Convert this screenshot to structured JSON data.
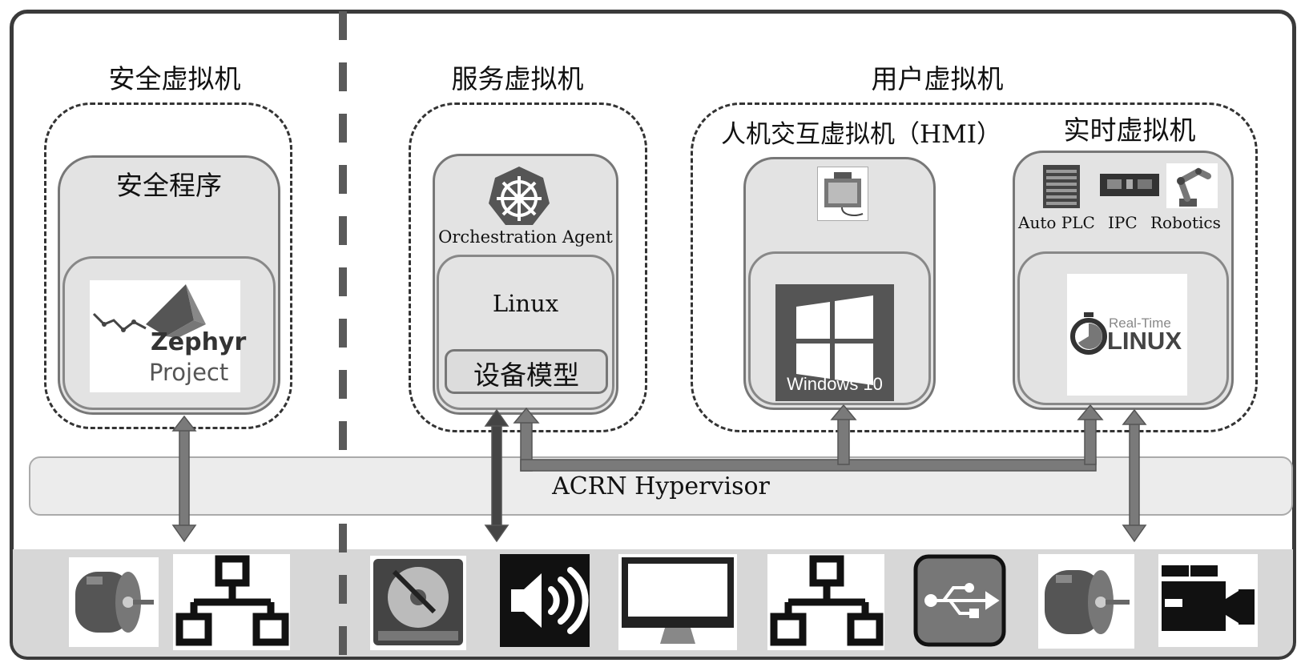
{
  "sections": {
    "safety_vm": "安全虚拟机",
    "service_vm": "服务虚拟机",
    "user_vm": "用户虚拟机"
  },
  "safety": {
    "program_label": "安全程序",
    "logo_text_1": "Zephyr",
    "logo_text_2": "Project"
  },
  "service": {
    "agent_label": "Orchestration Agent",
    "os_label": "Linux",
    "device_model_label": "设备模型"
  },
  "user": {
    "hmi_title": "人机交互虚拟机（HMI）",
    "rt_title": "实时虚拟机",
    "windows_label": "Windows 10",
    "rt_items": [
      "Auto PLC",
      "IPC",
      "Robotics"
    ],
    "rt_logo_small": "Real-Time",
    "rt_logo_big": "LINUX"
  },
  "hypervisor": {
    "label": "ACRN Hypervisor"
  },
  "devices": [
    "motor-icon",
    "network-icon",
    "hard-drive-icon",
    "speaker-icon",
    "monitor-icon",
    "network-icon",
    "usb-icon",
    "motor-icon",
    "video-camera-icon"
  ],
  "colors": {
    "arrow": "#7a7a7a",
    "vm_fill": "#e3e3e3",
    "bottom_bar": "#d7d7d7"
  }
}
